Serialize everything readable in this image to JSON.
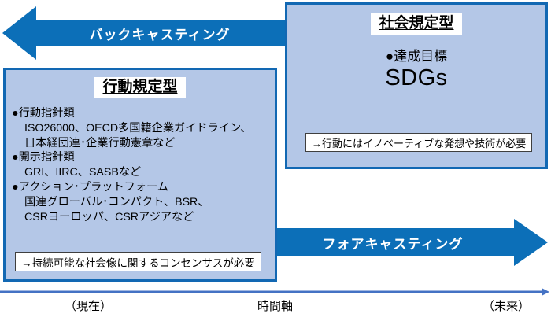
{
  "colors": {
    "arrow_blue": "#0c6fb8",
    "panel_fill": "#b4c7e7",
    "panel_border": "#1268b3",
    "timeline_blue": "#4472c4",
    "callout_border": "#3f3f3f",
    "text": "#000000",
    "arrow_text": "#ffffff"
  },
  "arrows": {
    "backcasting": {
      "label": "バックキャスティング",
      "direction": "left"
    },
    "forecasting": {
      "label": "フォアキャスティング",
      "direction": "right"
    }
  },
  "left_panel": {
    "title": "行動規定型",
    "bullets": [
      {
        "head": "●行動指針類",
        "lines": [
          "ISO26000、OECD多国籍企業ガイドライン、",
          "日本経団連･企業行動憲章など"
        ]
      },
      {
        "head": "●開示指針類",
        "lines": [
          "GRI、IIRC、SASBなど"
        ]
      },
      {
        "head": "●アクション･プラットフォーム",
        "lines": [
          "国連グローバル･コンパクト、BSR、",
          "CSRヨーロッパ、CSRアジアなど"
        ]
      }
    ],
    "callout": "→持続可能な社会像に関するコンセンサスが必要"
  },
  "right_panel": {
    "title": "社会規定型",
    "goal_label": "●達成目標",
    "goal_value": "SDGs",
    "callout": "→行動にはイノベーティブな発想や技術が必要"
  },
  "timeline": {
    "present_label": "（現在）",
    "axis_label": "時間軸",
    "future_label": "（未来）"
  }
}
